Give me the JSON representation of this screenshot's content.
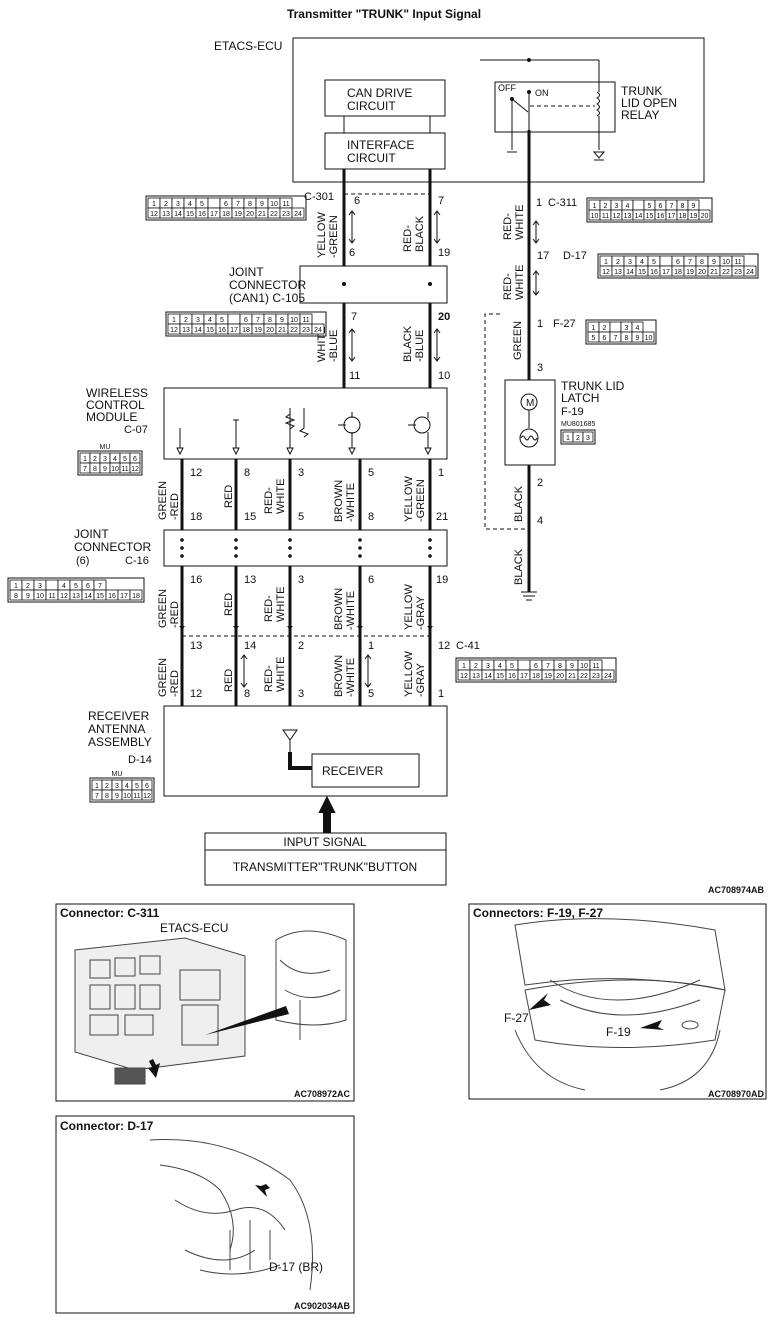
{
  "diagram": {
    "title": "Transmitter \"TRUNK\" Input Signal",
    "ref_code": "AC708974AB",
    "etacs": {
      "label": "ETACS-ECU",
      "can_drive": [
        "CAN DRIVE",
        "CIRCUIT"
      ],
      "interface": [
        "INTERFACE",
        "CIRCUIT"
      ],
      "relay": [
        "TRUNK",
        "LID OPEN",
        "RELAY"
      ],
      "relay_off": "OFF",
      "relay_on": "ON"
    },
    "connectors": {
      "c301": "C-301",
      "c105": [
        "JOINT",
        "CONNECTOR",
        "(CAN1) C-105"
      ],
      "c311": "C-311",
      "d17": "D-17",
      "f27": "F-27",
      "trunk_latch": [
        "TRUNK LID",
        "LATCH",
        "F-19"
      ],
      "trunk_latch_part": "MU801685",
      "wcm": [
        "WIRELESS",
        "CONTROL",
        "MODULE",
        "C-07"
      ],
      "c16": [
        "JOINT",
        "CONNECTOR",
        "(6)",
        "C-16"
      ],
      "c41": "C-41",
      "receiver_asm": [
        "RECEIVER",
        "ANTENNA",
        "ASSEMBLY",
        "D-14"
      ],
      "mu": "MU"
    },
    "pins": {
      "c301_top": [
        "6",
        "7"
      ],
      "c301_bot": [
        "6",
        "19"
      ],
      "c105_top": [
        "7",
        "20"
      ],
      "c105_bot": [
        "11",
        "10"
      ],
      "c311": "1",
      "d17": "17",
      "f27_top": "1",
      "f19_top": "3",
      "f19_bot": "2",
      "f19_gnd": "4",
      "wcm_bot": [
        "12",
        "8",
        "3",
        "5",
        "1"
      ],
      "c16_top": [
        "18",
        "15",
        "5",
        "8",
        "21"
      ],
      "c16_bot": [
        "16",
        "13",
        "3",
        "6",
        "19"
      ],
      "c41_top": [
        "13",
        "14",
        "2",
        "1",
        "12"
      ],
      "c41_bot": [
        "12",
        "8",
        "3",
        "5",
        "1"
      ]
    },
    "wire_colors": {
      "can_pair_top": [
        [
          "YELLOW",
          "-GREEN"
        ],
        [
          "RED-",
          "BLACK"
        ]
      ],
      "can_pair_bot": [
        [
          "WHITE",
          "-BLUE"
        ],
        [
          "BLACK",
          "-BLUE"
        ]
      ],
      "relay_line": [
        [
          "RED-",
          "WHITE"
        ],
        [
          "RED-",
          "WHITE"
        ],
        [
          "GREEN"
        ],
        [
          "BLACK"
        ],
        [
          "BLACK"
        ]
      ],
      "rf_row1": [
        [
          "GREEN",
          "-RED"
        ],
        [
          "RED"
        ],
        [
          "RED-",
          "WHITE"
        ],
        [
          "BROWN",
          "-WHITE"
        ],
        [
          "YELLOW",
          "-GREEN"
        ]
      ],
      "rf_row2": [
        [
          "GREEN",
          "-RED"
        ],
        [
          "RED"
        ],
        [
          "RED-",
          "WHITE"
        ],
        [
          "BROWN",
          "-WHITE"
        ],
        [
          "YELLOW",
          "-GRAY"
        ]
      ],
      "rf_row3": [
        [
          "GREEN",
          "-RED"
        ],
        [
          "RED"
        ],
        [
          "RED-",
          "WHITE"
        ],
        [
          "BROWN",
          "-WHITE"
        ],
        [
          "YELLOW",
          "-GRAY"
        ]
      ]
    },
    "receiver": "RECEIVER",
    "input_signal": "INPUT SIGNAL",
    "transmitter_button": "TRANSMITTER\"TRUNK\"BUTTON"
  },
  "panels": {
    "c311": {
      "title": "Connector: C-311",
      "label": "ETACS-ECU",
      "code": "AC708972AC"
    },
    "f19f27": {
      "title": "Connectors: F-19, F-27",
      "label_f27": "F-27",
      "label_f19": "F-19",
      "code": "AC708970AD"
    },
    "d17": {
      "title": "Connector: D-17",
      "label": "D-17 (BR)",
      "code": "AC902034AB"
    }
  },
  "pin_grids": {
    "c301_rows": [
      [
        "1",
        "2",
        "3",
        "4",
        "5",
        "",
        "6",
        "7",
        "8",
        "9",
        "10",
        "11"
      ],
      [
        "12",
        "13",
        "14",
        "15",
        "16",
        "17",
        "18",
        "19",
        "20",
        "21",
        "22",
        "23",
        "24"
      ]
    ],
    "c311_rows": [
      [
        "1",
        "2",
        "3",
        "4",
        "",
        "5",
        "6",
        "7",
        "8",
        "9"
      ],
      [
        "10",
        "11",
        "12",
        "13",
        "14",
        "15",
        "16",
        "17",
        "18",
        "19",
        "20"
      ]
    ],
    "d17_rows": [
      [
        "1",
        "2",
        "3",
        "4",
        "5",
        "",
        "6",
        "7",
        "8",
        "9",
        "10",
        "11"
      ],
      [
        "12",
        "13",
        "14",
        "15",
        "16",
        "17",
        "18",
        "19",
        "20",
        "21",
        "22",
        "23",
        "24"
      ]
    ],
    "f27_rows": [
      [
        "1",
        "2",
        "",
        "3",
        "4"
      ],
      [
        "5",
        "6",
        "7",
        "8",
        "9",
        "10"
      ]
    ],
    "wcm_rows": [
      [
        "1",
        "2",
        "3",
        "4",
        "5",
        "6"
      ],
      [
        "7",
        "8",
        "9",
        "10",
        "11",
        "12"
      ]
    ],
    "c16_rows": [
      [
        "1",
        "2",
        "3",
        "",
        "4",
        "5",
        "6",
        "7"
      ],
      [
        "8",
        "9",
        "10",
        "11",
        "12",
        "13",
        "14",
        "15",
        "16",
        "17",
        "18"
      ]
    ],
    "f19_rows": [
      [
        "1",
        "2",
        "3"
      ]
    ]
  }
}
